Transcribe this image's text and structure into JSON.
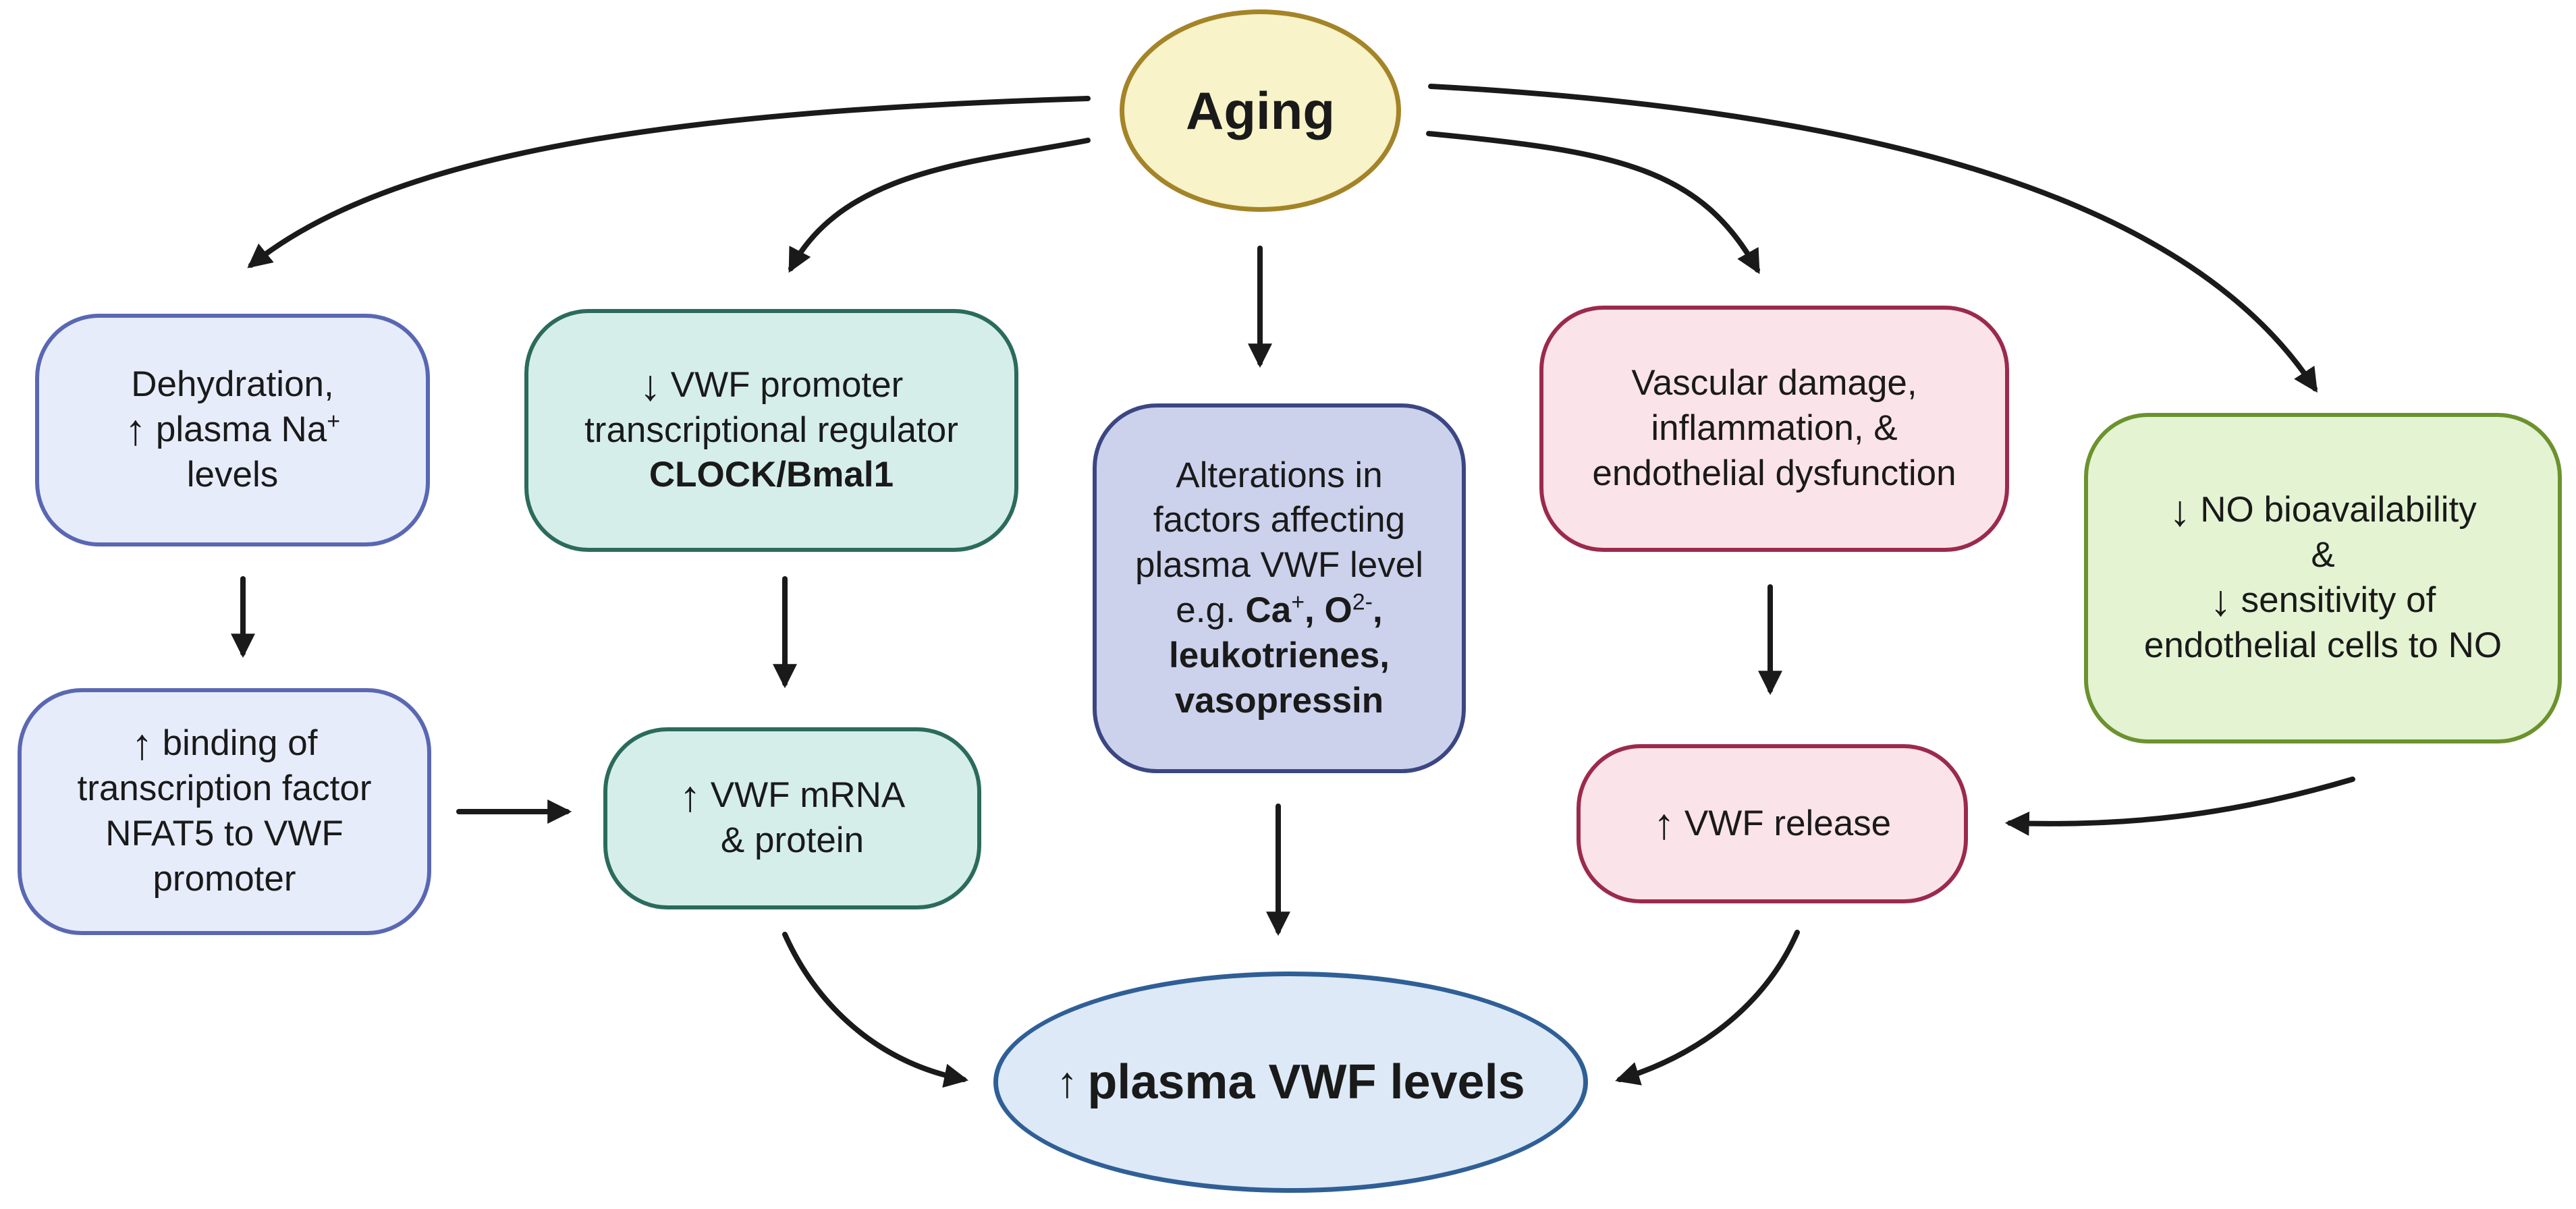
{
  "diagram": {
    "nodes": {
      "aging": {
        "lines": [
          [
            "Aging"
          ]
        ]
      },
      "dehydration": {
        "lines": [
          [
            {
              "t": "Dehydration,"
            }
          ],
          [
            {
              "a": "↑"
            },
            {
              "t": "plasma Na"
            },
            {
              "sup": "+"
            }
          ],
          [
            {
              "t": "levels"
            }
          ]
        ]
      },
      "clock": {
        "lines": [
          [
            {
              "a": "↓"
            },
            {
              "t": "VWF promoter"
            }
          ],
          [
            {
              "t": "transcriptional regulator"
            }
          ],
          [
            {
              "t": "CLOCK/Bmal1",
              "b": true
            }
          ]
        ]
      },
      "alterations": {
        "lines": [
          [
            {
              "t": "Alterations in"
            }
          ],
          [
            {
              "t": "factors affecting"
            }
          ],
          [
            {
              "t": "plasma VWF level"
            }
          ],
          [
            {
              "t": "e.g. "
            },
            {
              "t": "Ca",
              "b": true
            },
            {
              "sup": "+"
            },
            {
              "t": ", ",
              "b": true
            },
            {
              "t": "O",
              "b": true
            },
            {
              "sup": "2-"
            },
            {
              "t": ",",
              "b": true
            }
          ],
          [
            {
              "t": "leukotrienes,",
              "b": true
            }
          ],
          [
            {
              "t": "vasopressin",
              "b": true
            }
          ]
        ]
      },
      "vascular": {
        "lines": [
          [
            {
              "t": "Vascular damage,"
            }
          ],
          [
            {
              "t": "inflammation, &"
            }
          ],
          [
            {
              "t": "endothelial dysfunction"
            }
          ]
        ]
      },
      "no_bioavailability": {
        "lines": [
          [
            {
              "a": "↓"
            },
            {
              "t": "NO bioavailability"
            }
          ],
          [
            {
              "t": "&"
            }
          ],
          [
            {
              "a": "↓"
            },
            {
              "t": "sensitivity of"
            }
          ],
          [
            {
              "t": "endothelial cells to NO"
            }
          ]
        ]
      },
      "nfat5": {
        "lines": [
          [
            {
              "a": "↑"
            },
            {
              "t": "binding of"
            }
          ],
          [
            {
              "t": "transcription factor"
            }
          ],
          [
            {
              "t": "NFAT5 to VWF"
            }
          ],
          [
            {
              "t": "promoter"
            }
          ]
        ]
      },
      "mrna": {
        "lines": [
          [
            {
              "a": "↑"
            },
            {
              "t": "VWF mRNA"
            }
          ],
          [
            {
              "t": "& protein"
            }
          ]
        ]
      },
      "release": {
        "lines": [
          [
            {
              "a": "↑"
            },
            {
              "t": "VWF release"
            }
          ]
        ]
      },
      "plasma": {
        "lines": [
          [
            {
              "a": "↑"
            },
            {
              "t": "plasma VWF levels"
            }
          ]
        ]
      }
    },
    "edges": [
      {
        "from": "aging",
        "to": "dehydration"
      },
      {
        "from": "aging",
        "to": "clock"
      },
      {
        "from": "aging",
        "to": "alterations"
      },
      {
        "from": "aging",
        "to": "vascular"
      },
      {
        "from": "aging",
        "to": "no_bioavailability"
      },
      {
        "from": "dehydration",
        "to": "nfat5"
      },
      {
        "from": "nfat5",
        "to": "mrna"
      },
      {
        "from": "clock",
        "to": "mrna"
      },
      {
        "from": "alterations",
        "to": "plasma"
      },
      {
        "from": "vascular",
        "to": "release"
      },
      {
        "from": "no_bioavailability",
        "to": "release"
      },
      {
        "from": "mrna",
        "to": "plasma"
      },
      {
        "from": "release",
        "to": "plasma"
      }
    ]
  }
}
